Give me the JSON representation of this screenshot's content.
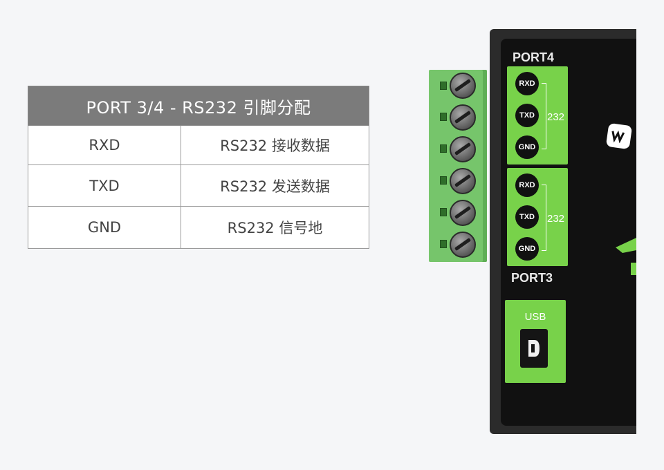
{
  "table": {
    "title": "PORT 3/4 - RS232 引脚分配",
    "rows": [
      {
        "pin": "RXD",
        "desc": "RS232 接收数据"
      },
      {
        "pin": "TXD",
        "desc": "RS232 发送数据"
      },
      {
        "pin": "GND",
        "desc": "RS232 信号地"
      }
    ]
  },
  "device": {
    "port4_label": "PORT4",
    "port3_label": "PORT3",
    "port4_pins": [
      "RXD",
      "TXD",
      "GND"
    ],
    "port3_pins": [
      "RXD",
      "TXD",
      "GND"
    ],
    "bracket_label": "232",
    "usb_label": "USB",
    "colors": {
      "green": "#78d24a",
      "body": "#111111",
      "header": "#7b7b7b"
    },
    "icons": [
      "screw-terminal-icon",
      "usb-port-icon",
      "waveshare-logo-icon"
    ]
  }
}
